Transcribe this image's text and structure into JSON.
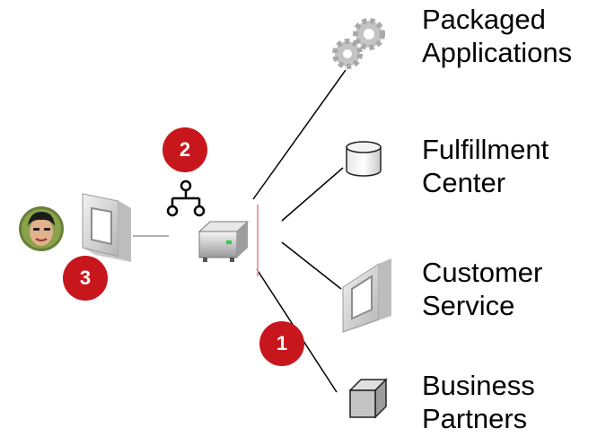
{
  "targets": [
    {
      "id": "packaged",
      "icon": "gears-icon",
      "line1": "Packaged",
      "line2": "Applications"
    },
    {
      "id": "fulfillment",
      "icon": "database-icon",
      "line1": "Fulfillment",
      "line2": "Center"
    },
    {
      "id": "customer",
      "icon": "window-icon",
      "line1": "Customer",
      "line2": "Service"
    },
    {
      "id": "partners",
      "icon": "box-icon",
      "line1": "Business",
      "line2": "Partners"
    }
  ],
  "badges": [
    {
      "id": "1",
      "label": "1"
    },
    {
      "id": "2",
      "label": "2"
    },
    {
      "id": "3",
      "label": "3"
    }
  ],
  "colors": {
    "badge": "#c8161d",
    "bus": "#e8a0a0",
    "line": "#000000",
    "icon_gray": "#b8b8b8"
  },
  "icons": [
    "user-avatar",
    "window-icon",
    "hierarchy-icon",
    "server-icon",
    "gears-icon",
    "database-icon",
    "box-icon"
  ]
}
